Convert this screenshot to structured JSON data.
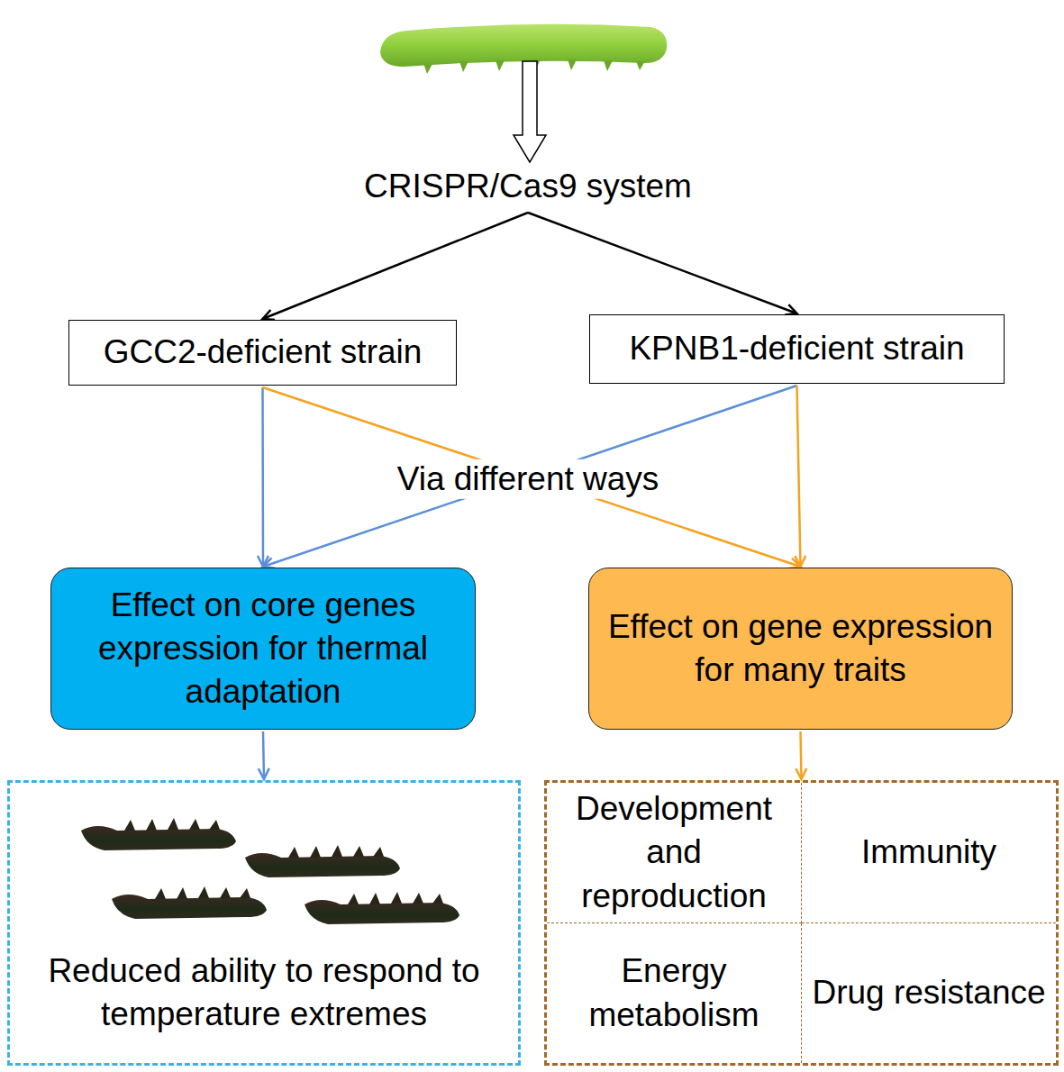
{
  "diagram": {
    "nodes": [
      {
        "text": [
          "CRISPR/Cas9 system"
        ]
      },
      {
        "text": [
          "GCC2-deficient strain"
        ]
      },
      {
        "text": [
          "KPNB1-deficient strain"
        ]
      },
      {
        "text": [
          "Effect on core genes expression for thermal adaptation"
        ]
      },
      {
        "text": [
          "Effect on gene expression for many traits"
        ]
      },
      {
        "text": [
          "Reduced ability to respond to temperature extremes"
        ]
      },
      {
        "text": []
      },
      {
        "text": [
          "Development and reproduction"
        ],
        "in": 6
      },
      {
        "text": [
          "Immunity"
        ],
        "in": 6
      },
      {
        "text": [
          "Energy metabolism"
        ],
        "in": 6
      },
      {
        "text": [
          "Drug resistance"
        ],
        "in": 6
      }
    ],
    "edges": [
      {
        "from": 0,
        "to": 1,
        "arrow": "to"
      },
      {
        "from": 0,
        "to": 2,
        "arrow": "to"
      },
      {
        "from": 1,
        "to": 3,
        "arrow": "to"
      },
      {
        "from": 1,
        "to": 4,
        "arrow": "to"
      },
      {
        "from": 2,
        "to": 3,
        "arrow": "to"
      },
      {
        "from": 2,
        "to": 4,
        "arrow": "to"
      },
      {
        "from": 3,
        "to": 5,
        "arrow": "to"
      },
      {
        "from": 4,
        "to": 6,
        "arrow": "to"
      }
    ],
    "labels": [
      "Via different ways"
    ]
  }
}
